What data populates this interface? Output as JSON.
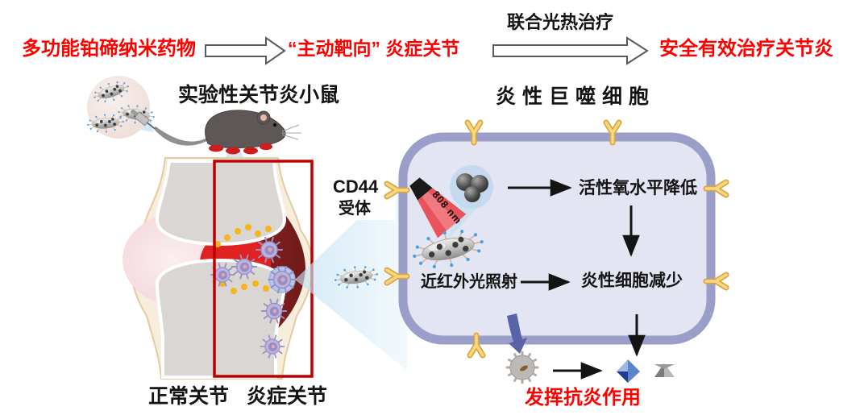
{
  "palette": {
    "accent_red": "#fe0000",
    "text_black": "#141414",
    "membrane_purple": "#9a9ec9",
    "cell_fill": "#e4e5f2",
    "receptor_yellow": "#f9d87d",
    "inflamed_frame_red": "#c00000",
    "beam_blue": "#cde3f2"
  },
  "header": {
    "step1": "多功能铂碲纳米药物",
    "step2": "“主动靶向” 炎症关节",
    "step3": "安全有效治疗关节炎",
    "arrow2_label": "联合光热治疗"
  },
  "mouse_scene": {
    "title": "实验性关节炎小鼠"
  },
  "joint_panel": {
    "normal_label": "正常关节",
    "inflamed_label": "炎症关节"
  },
  "cell_panel": {
    "title": "炎性巨噬细胞",
    "receptor_line1": "CD44",
    "receptor_line2": "受体",
    "laser_label": "808 nm",
    "ros_result": "活性氧水平降低",
    "nir_label": "近红外光照射",
    "cell_result": "炎性细胞减少",
    "outcome": "发挥抗炎作用"
  }
}
